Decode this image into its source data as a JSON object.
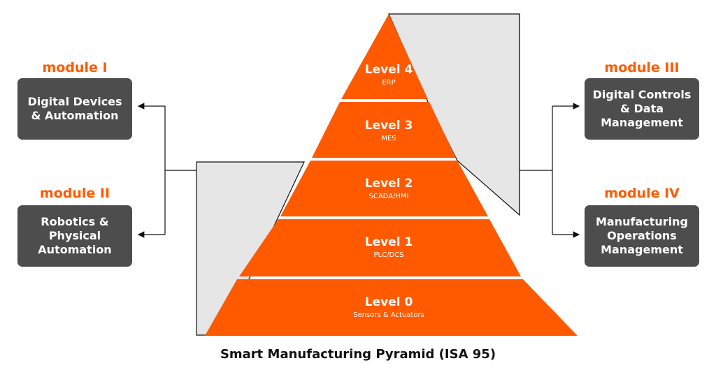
{
  "colors": {
    "accent": "#ff5a00",
    "box": "#4d4d4d",
    "shadow": "#e6e6e6",
    "line": "#111111"
  },
  "modules": [
    {
      "title": "module I",
      "label": "Digital Devices\n& Automation"
    },
    {
      "title": "module II",
      "label": "Robotics &\nPhysical\nAutomation"
    },
    {
      "title": "module III",
      "label": "Digital Controls\n& Data\nManagement"
    },
    {
      "title": "module IV",
      "label": "Manufacturing\nOperations\nManagement"
    }
  ],
  "levels": [
    {
      "title": "Level 4",
      "subtitle": "ERP"
    },
    {
      "title": "Level 3",
      "subtitle": "MES"
    },
    {
      "title": "Level 2",
      "subtitle": "SCADA/HMI"
    },
    {
      "title": "Level 1",
      "subtitle": "PLC/DCS"
    },
    {
      "title": "Level 0",
      "subtitle": "Sensors & Actuators"
    }
  ],
  "caption": "Smart Manufacturing Pyramid (ISA 95)"
}
